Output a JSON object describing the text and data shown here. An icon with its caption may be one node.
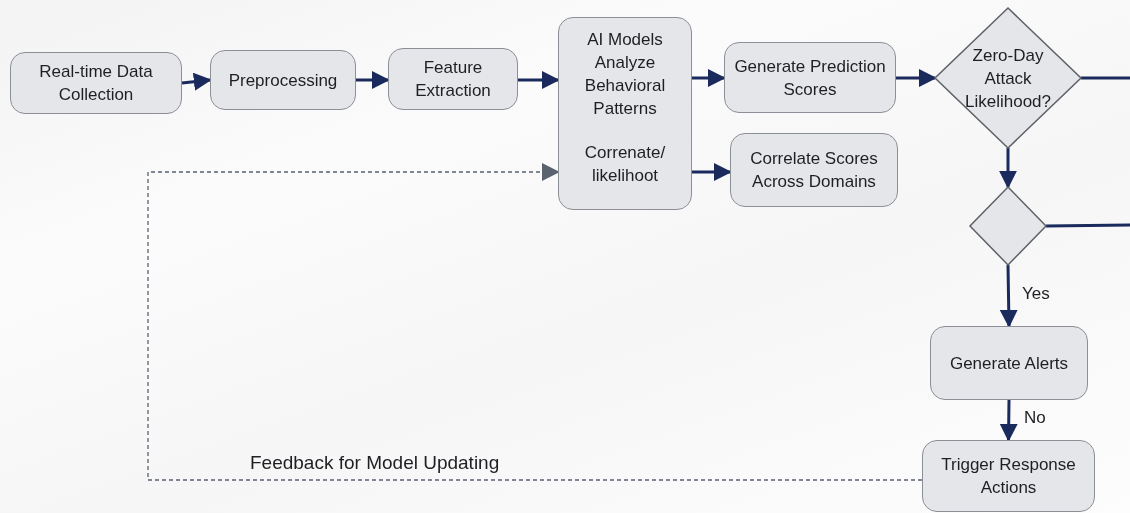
{
  "diagram": {
    "nodes": [
      {
        "text": [
          "Real-time Data Collection"
        ]
      },
      {
        "text": [
          "Preprocessing"
        ]
      },
      {
        "text": [
          "Feature Extraction"
        ]
      },
      {
        "text": [
          "AI Models Analyze Behavioral Patterns",
          "Correnate/ likelihoot"
        ]
      },
      {
        "text": [
          "Generate Prediction Scores"
        ]
      },
      {
        "text": [
          "Zero-Day Attack Likelihood?"
        ]
      },
      {
        "text": [
          "Correlate Scores Across Domains"
        ]
      },
      {
        "text": [],
        "shape": "diamond"
      },
      {
        "text": [
          "Generate Alerts"
        ]
      },
      {
        "text": [
          "Trigger Response Actions"
        ]
      }
    ],
    "edges": [
      {
        "from": 0,
        "to": 1,
        "arrow": "to"
      },
      {
        "from": 1,
        "to": 2,
        "arrow": "to"
      },
      {
        "from": 2,
        "to": 3,
        "arrow": "to"
      },
      {
        "from": 3,
        "to": 4,
        "arrow": "to"
      },
      {
        "from": 4,
        "to": 5,
        "arrow": "to"
      },
      {
        "from": 3,
        "to": 6,
        "arrow": "to"
      },
      {
        "from": 5,
        "to": 7,
        "arrow": "to"
      },
      {
        "from": 7,
        "to": 8,
        "label": "Yes",
        "arrow": "to"
      },
      {
        "from": 8,
        "to": 9,
        "label": "No",
        "arrow": "to"
      },
      {
        "from": 9,
        "to": 3,
        "label": "Feedback for Model Updating",
        "arrow": "to",
        "style": "dashed",
        "color": "#5a6270"
      },
      {
        "from": 5,
        "to": null,
        "arrow": "none"
      },
      {
        "from": 7,
        "to": null,
        "arrow": "none"
      }
    ]
  }
}
